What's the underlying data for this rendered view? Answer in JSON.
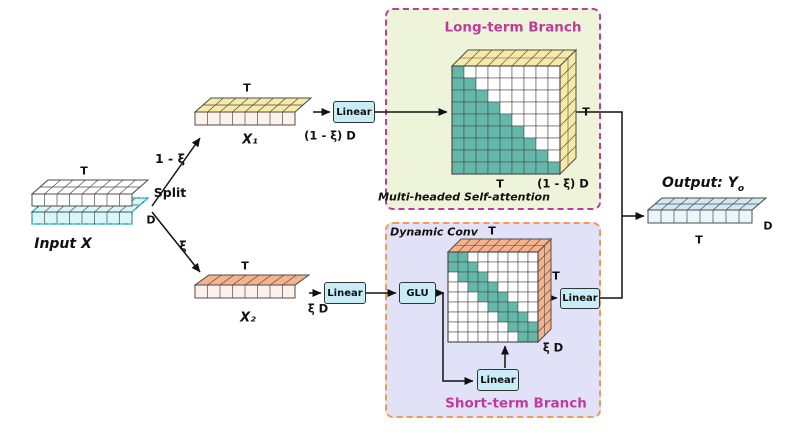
{
  "colors": {
    "ltBg": "#edf4da",
    "ltBorder": "#c13b9d",
    "stBg": "#e1e2f7",
    "stBorder": "#f09a52",
    "branchTitle": "#c13b9d",
    "boxBg": "#c9edf6",
    "boxBorder": "#333333",
    "teal": "#63b8aa",
    "yellow": "#f7e9a8",
    "salmon": "#f5b28c",
    "pinkFront": "#fdf1ec",
    "cubeFront": "#ffffff",
    "outputTop": "#cfe9f4",
    "outputFront": "#e9f6fb",
    "inputTop": "#ffffff",
    "inputCyan": "#d7f7f9",
    "inputCyanStroke": "#3ec6d8",
    "gridStroke": "#4d4d4d",
    "arrow": "#111111"
  },
  "input": {
    "label": "Input X",
    "t": "T",
    "d": "D"
  },
  "split": {
    "label": "Split",
    "upper": "1 - ξ",
    "lower": "ξ"
  },
  "x1": {
    "label": "X₁",
    "t": "T",
    "dim": "(1 - ξ) D"
  },
  "x2": {
    "label": "X₂",
    "t": "T",
    "dim": "ξ D"
  },
  "boxes": {
    "linear": "Linear",
    "glu": "GLU"
  },
  "long_term": {
    "title": "Long-term Branch",
    "caption": "Multi-headed Self-attention",
    "t_right": "T",
    "t_bottom": "T",
    "dim": "(1 - ξ) D",
    "pattern": "lower-triangular",
    "grid": 9
  },
  "short_term": {
    "title": "Short-term Branch",
    "caption": "Dynamic Conv",
    "t_top": "T",
    "t_right": "T",
    "dim": "ξ D",
    "pattern": "diagonal-band",
    "grid": 9
  },
  "output": {
    "label": "Output: Y",
    "sub": "o",
    "t": "T",
    "d": "D"
  }
}
